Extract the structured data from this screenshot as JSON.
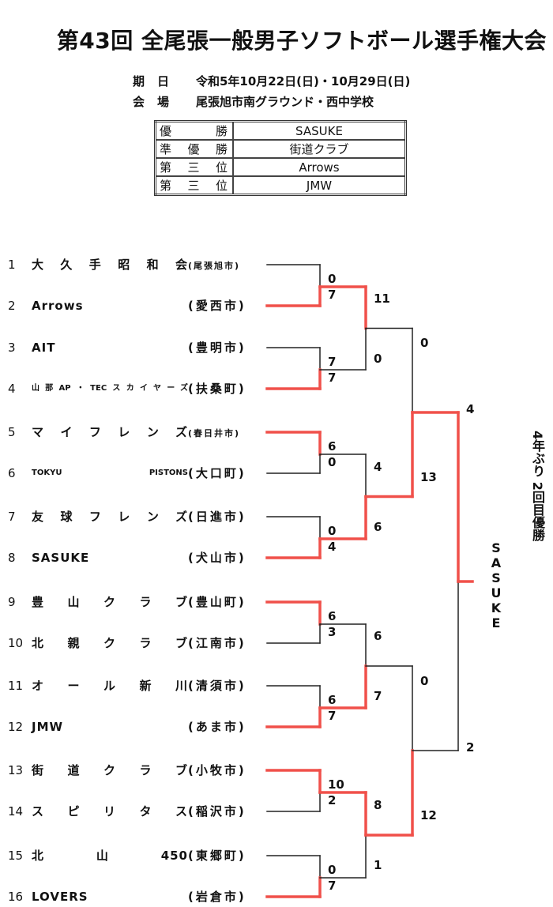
{
  "title": "第43回 全尾張一般男子ソフトボール選手権大会",
  "info": {
    "date_label": "期日",
    "date_value": "令和5年10月22日(日)・10月29日(日)",
    "venue_label": "会場",
    "venue_value": "尾張旭市南グラウンド・西中学校"
  },
  "results": [
    {
      "label": "優勝",
      "value": "SASUKE"
    },
    {
      "label": "準優勝",
      "value": "街道クラブ"
    },
    {
      "label": "第三位",
      "value": "Arrows"
    },
    {
      "label": "第三位",
      "value": "JMW"
    }
  ],
  "teams": [
    {
      "num": "1",
      "name": "大久手昭和会",
      "city": "(尾張旭市)"
    },
    {
      "num": "2",
      "name": "Arrows",
      "city": "(愛西市)"
    },
    {
      "num": "3",
      "name": "AIT",
      "city": "(豊明市)"
    },
    {
      "num": "4",
      "name": "山那AP・TECスカイヤーズ",
      "city": "(扶桑町)"
    },
    {
      "num": "5",
      "name": "マイフレンズ",
      "city": "(春日井市)"
    },
    {
      "num": "6",
      "name": "TOKYU PISTONS",
      "city": "(大口町)"
    },
    {
      "num": "7",
      "name": "友球フレンズ",
      "city": "(日進市)"
    },
    {
      "num": "8",
      "name": "SASUKE",
      "city": "(犬山市)"
    },
    {
      "num": "9",
      "name": "豊山クラブ",
      "city": "(豊山町)"
    },
    {
      "num": "10",
      "name": "北親クラブ",
      "city": "(江南市)"
    },
    {
      "num": "11",
      "name": "オール新川",
      "city": "(清須市)"
    },
    {
      "num": "12",
      "name": "JMW",
      "city": "(あま市)"
    },
    {
      "num": "13",
      "name": "街道クラブ",
      "city": "(小牧市)"
    },
    {
      "num": "14",
      "name": "スピリタス",
      "city": "(稲沢市)"
    },
    {
      "num": "15",
      "name": "北山450",
      "city": "(東郷町)"
    },
    {
      "num": "16",
      "name": "LOVERS",
      "city": "(岩倉市)"
    }
  ],
  "scores": {
    "r1": [
      "0",
      "7",
      "7",
      "7",
      "6",
      "0",
      "0",
      "4",
      "6",
      "3",
      "6",
      "7",
      "10",
      "2",
      "0",
      "7"
    ],
    "r2": [
      "11",
      "0",
      "4",
      "6",
      "6",
      "7",
      "8",
      "1"
    ],
    "r3": [
      "0",
      "13",
      "0",
      "12"
    ],
    "r4": [
      "4",
      "2"
    ]
  },
  "winner_vertical": "SASUKE",
  "note_vertical": "4年ぶり 2回目優勝",
  "colors": {
    "win_line": "#f0504a",
    "lose_line": "#222222"
  }
}
